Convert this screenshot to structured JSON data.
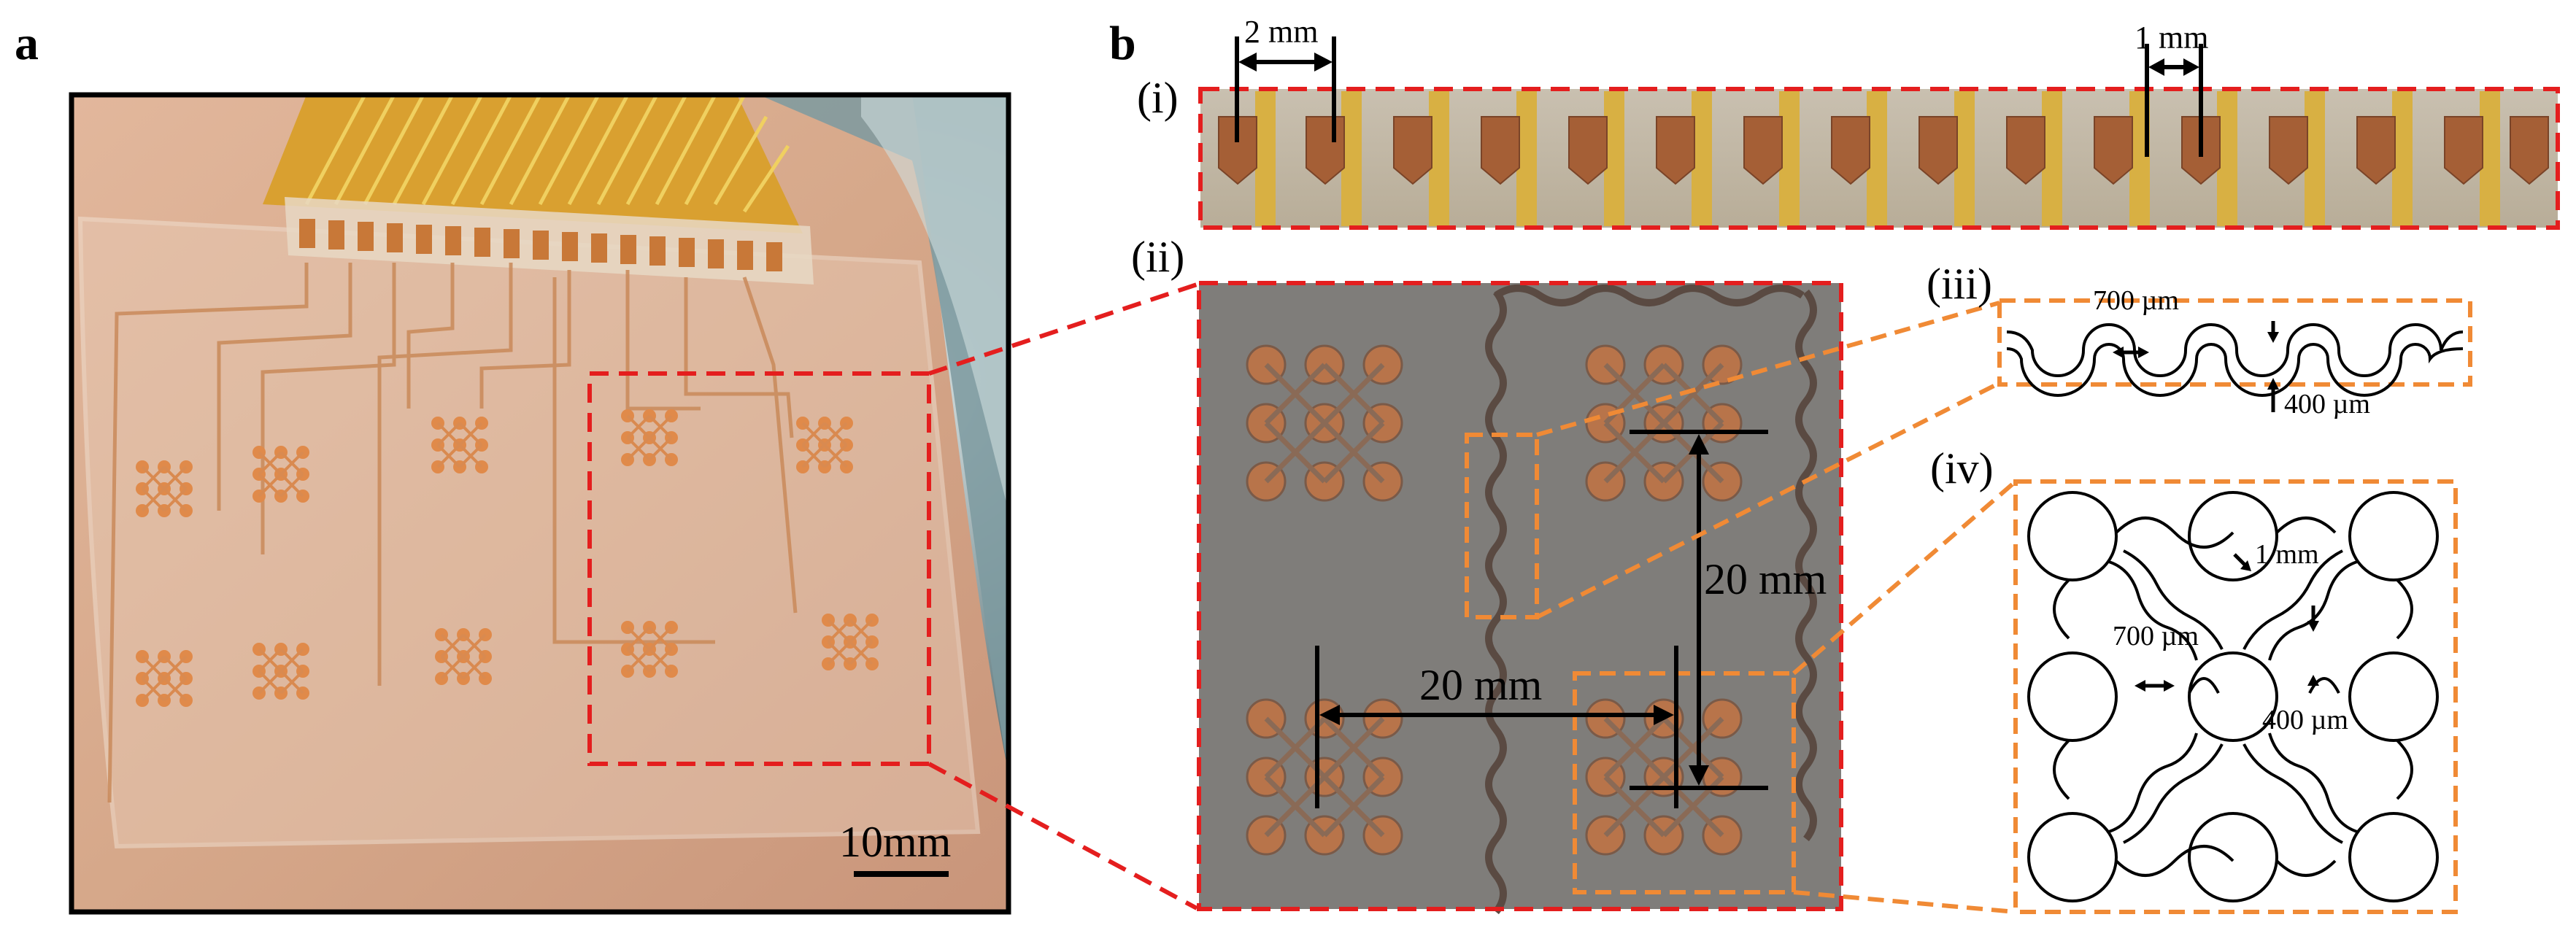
{
  "figure": {
    "panel_a": {
      "letter": "a",
      "scale_bar_label": "10mm"
    },
    "panel_b": {
      "letter": "b",
      "sub_i": {
        "label": "(i)",
        "dim_left": "2 mm",
        "dim_right": "1 mm"
      },
      "sub_ii": {
        "label": "(ii)",
        "dim_horizontal": "20 mm",
        "dim_vertical": "20 mm"
      },
      "sub_iii": {
        "label": "(iii)",
        "dim_width": "700 µm",
        "dim_gap": "400 µm"
      },
      "sub_iv": {
        "label": "(iv)",
        "dim_track": "1 mm",
        "dim_width": "700 µm",
        "dim_gap": "400 µm"
      }
    },
    "colors": {
      "highlight_red": "#e41e1e",
      "highlight_orange": "#f08a35",
      "copper": "#b66a3e",
      "skin": "#d8a98a",
      "polyimide": "#d8b043"
    }
  }
}
